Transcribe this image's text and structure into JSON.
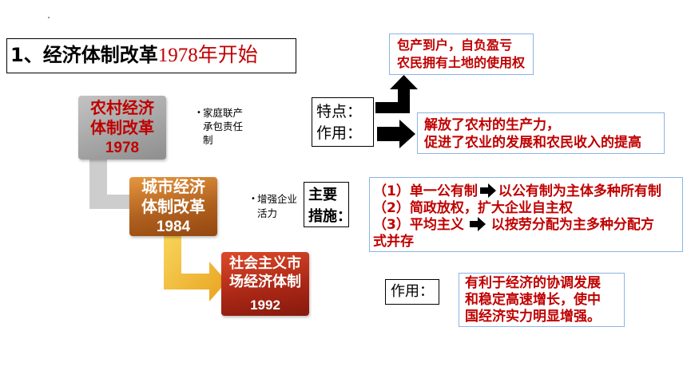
{
  "slide": {
    "title": {
      "number_and_topic": "1、经济体制改革",
      "start_year": "1978年开始"
    }
  },
  "stages": [
    {
      "title_lines": [
        "农村经济",
        "体制改革"
      ],
      "year": "1978"
    },
    {
      "title_lines": [
        "城市经济",
        "体制改革"
      ],
      "year": "1984"
    },
    {
      "title_lines": [
        "社会主义市",
        "场经济体制"
      ],
      "year": "1992"
    }
  ],
  "notes": {
    "rural": {
      "bullet": "•",
      "lines": [
        "家庭联产",
        "承包责任",
        "制"
      ]
    },
    "urban": {
      "bullet": "•",
      "lines": [
        "增强企业",
        "活力"
      ]
    }
  },
  "rural_reform": {
    "labels": {
      "features": "特点：",
      "effect": "作用："
    },
    "features": [
      "包产到户，自负盈亏",
      "农民拥有土地的使用权"
    ],
    "effect": [
      "解放了农村的生产力，",
      "促进了农业的发展和农民收入的提高"
    ]
  },
  "urban_reform": {
    "label": [
      "主要",
      "措施："
    ],
    "measures": [
      {
        "from": "（1）单一公有制",
        "to": "以公有制为主体多种所有制"
      },
      {
        "text": "（2）简政放权，扩大企业自主权"
      },
      {
        "from": "（3）平均主义",
        "to": "以按劳分配为主多种分配方",
        "continued": "式并存"
      }
    ]
  },
  "market_reform": {
    "label": "作用：",
    "effect": [
      "有利于经济的协调发展",
      "和稳定高速增长，使中",
      "国经济实力明显增强。"
    ]
  },
  "icons": {
    "features_arrow": "elbow-arrow-up-icon",
    "effect_arrow": "arrow-right-icon",
    "measure_arrow": "arrow-right-icon",
    "stage_connectors": "elbow-arrow-right-icon"
  },
  "colors": {
    "red_text": "#c00000",
    "box_border_blue": "#8eb4e3",
    "stage1_top": "#c3c3c3",
    "stage1_bottom": "#8e8e8e",
    "stage2_top": "#e7963f",
    "stage2_bottom": "#94470f",
    "stage3_top": "#dc4a2a",
    "stage3_bottom": "#861a0d",
    "gray_connector": "#cdcdcd",
    "gold_top": "#f8d65c",
    "gold_bottom": "#e9a21f"
  }
}
